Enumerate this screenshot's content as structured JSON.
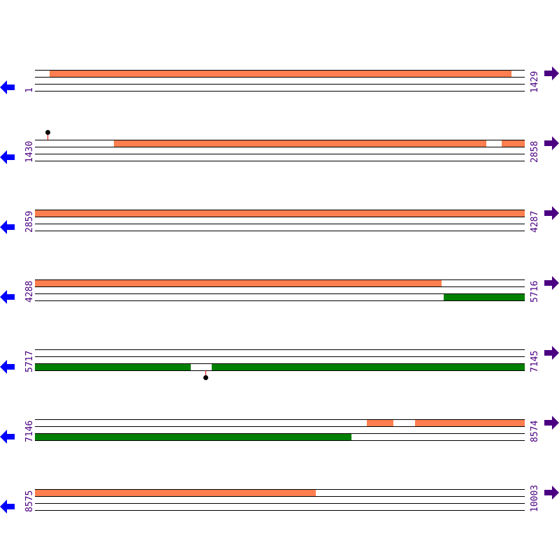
{
  "colors": {
    "forward_feature": "#ff7f50",
    "reverse_feature": "#008000",
    "position_label": "#4b0082",
    "reverse_arrow": "#0000ff",
    "forward_arrow": "#4b0082",
    "marker_stem": "#e00000",
    "marker_dot": "#000000"
  },
  "icons": {
    "left": "reverse-strand-arrow-icon",
    "right": "forward-strand-arrow-icon"
  },
  "rows": [
    {
      "start": "1",
      "end": "1429"
    },
    {
      "start": "1430",
      "end": "2858"
    },
    {
      "start": "2859",
      "end": "4287"
    },
    {
      "start": "4288",
      "end": "5716"
    },
    {
      "start": "5717",
      "end": "7145"
    },
    {
      "start": "7146",
      "end": "8574"
    },
    {
      "start": "8575",
      "end": "10003"
    }
  ]
}
